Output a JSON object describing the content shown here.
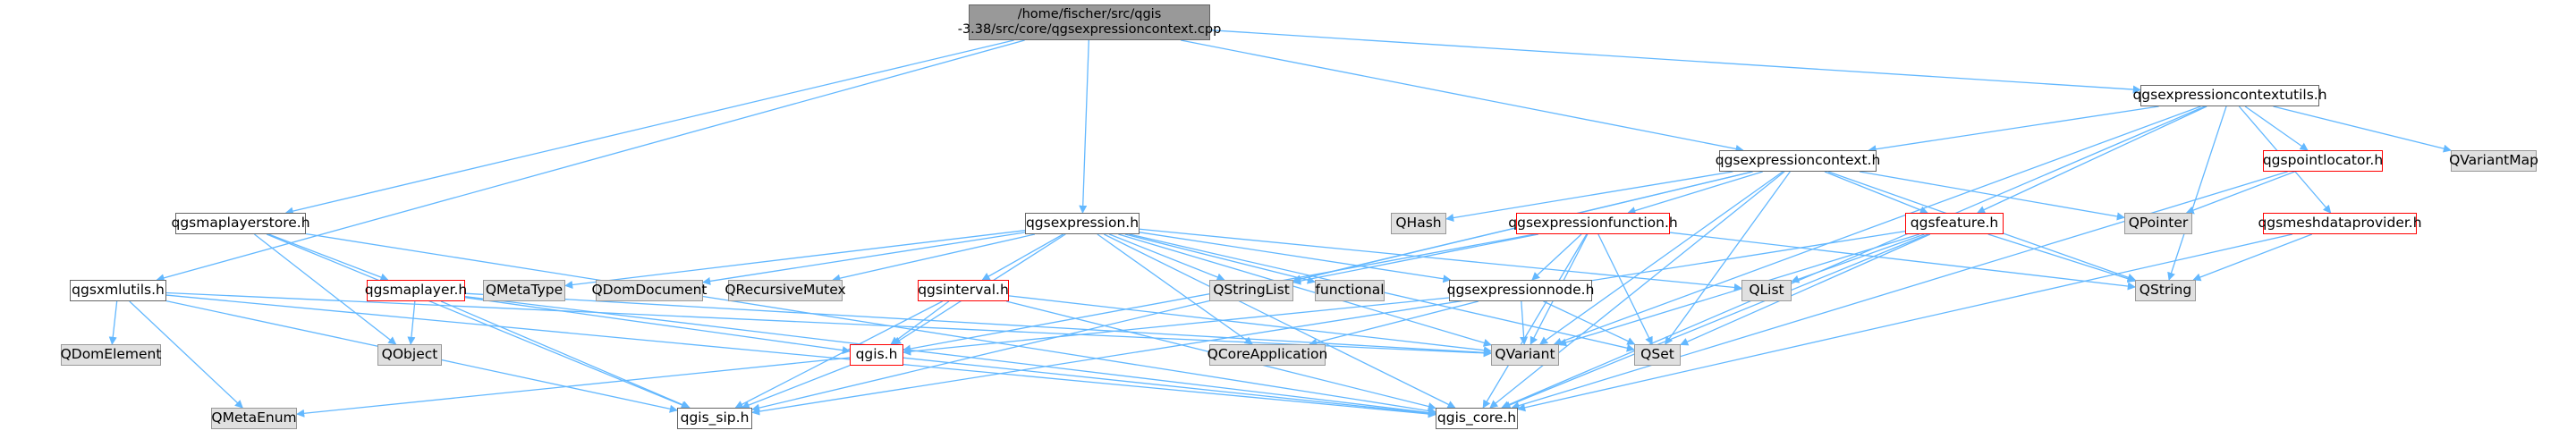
{
  "diagram": {
    "focus": {
      "label": "/home/fischer/src/qgis\n-3.38/src/core/qgsexpressioncontext.cpp"
    },
    "nodes": {
      "qgsexpressioncontextutils_h": {
        "label": "qgsexpressioncontextutils.h"
      },
      "qgsexpressioncontext_h": {
        "label": "qgsexpressioncontext.h"
      },
      "qgspointlocator_h": {
        "label": "qgspointlocator.h"
      },
      "QVariantMap": {
        "label": "QVariantMap"
      },
      "qgsmaplayerstore_h": {
        "label": "qgsmaplayerstore.h"
      },
      "qgsexpression_h": {
        "label": "qgsexpression.h"
      },
      "QHash": {
        "label": "QHash"
      },
      "qgsexpressionfunction_h": {
        "label": "qgsexpressionfunction.h"
      },
      "qgsfeature_h": {
        "label": "qgsfeature.h"
      },
      "QPointer": {
        "label": "QPointer"
      },
      "qgsmeshdataprovider_h": {
        "label": "qgsmeshdataprovider.h"
      },
      "qgsxmlutils_h": {
        "label": "qgsxmlutils.h"
      },
      "qgsmaplayer_h": {
        "label": "qgsmaplayer.h"
      },
      "QMetaType": {
        "label": "QMetaType"
      },
      "QDomDocument": {
        "label": "QDomDocument"
      },
      "QRecursiveMutex": {
        "label": "QRecursiveMutex"
      },
      "qgsinterval_h": {
        "label": "qgsinterval.h"
      },
      "QStringList": {
        "label": "QStringList"
      },
      "functional": {
        "label": "functional"
      },
      "qgsexpressionnode_h": {
        "label": "qgsexpressionnode.h"
      },
      "QList": {
        "label": "QList"
      },
      "QString": {
        "label": "QString"
      },
      "QDomElement": {
        "label": "QDomElement"
      },
      "QObject": {
        "label": "QObject"
      },
      "qgis_h": {
        "label": "qgis.h"
      },
      "QCoreApplication": {
        "label": "QCoreApplication"
      },
      "QVariant": {
        "label": "QVariant"
      },
      "QSet": {
        "label": "QSet"
      },
      "QMetaEnum": {
        "label": "QMetaEnum"
      },
      "qgis_sip_h": {
        "label": "qgis_sip.h"
      },
      "qgis_core_h": {
        "label": "qgis_core.h"
      }
    },
    "colors": {
      "edge": "#63b8ff",
      "node_border": "#666666",
      "external_fill": "#e0e0e0",
      "undocumented_border": "#ff0000",
      "focus_fill": "#999999"
    }
  }
}
